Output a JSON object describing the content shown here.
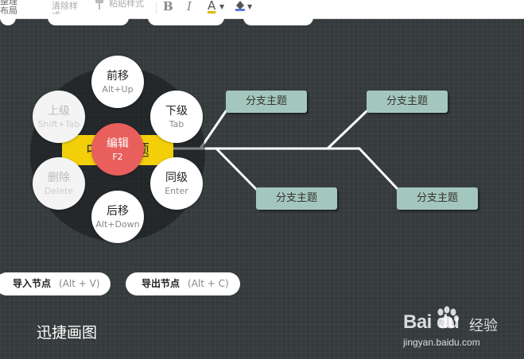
{
  "toolbar": {
    "layout_label": "整理布局",
    "clear_style_label": "清除样式",
    "paste_style_label": "粘贴样式",
    "bold_label": "B",
    "italic_label": "I",
    "font_color_label": "A"
  },
  "mindmap": {
    "central_topic": "中心主题",
    "branches": [
      "分支主题",
      "分支主题",
      "分支主题",
      "分支主题"
    ]
  },
  "radial_menu": {
    "forward": {
      "label": "前移",
      "shortcut": "Alt+Up"
    },
    "child": {
      "label": "下级",
      "shortcut": "Tab"
    },
    "sibling": {
      "label": "同级",
      "shortcut": "Enter"
    },
    "backward": {
      "label": "后移",
      "shortcut": "Alt+Down"
    },
    "delete": {
      "label": "删除",
      "shortcut": "Delete"
    },
    "parent": {
      "label": "上级",
      "shortcut": "Shift+Tab"
    },
    "edit": {
      "label": "编辑",
      "shortcut": "F2"
    }
  },
  "actions": {
    "import_label": "导入节点",
    "import_shortcut": "(Alt + V)",
    "export_label": "导出节点",
    "export_shortcut": "(Alt + C)"
  },
  "app_name": "迅捷画图",
  "watermark": {
    "logo": "Bai  du",
    "jingyan": "经验",
    "url": "jingyan.baidu.com"
  },
  "colors": {
    "canvas": "#353b3c",
    "central_topic": "#f3cf0a",
    "branch": "#a4c7bd",
    "edit_button": "#e85f5c"
  }
}
